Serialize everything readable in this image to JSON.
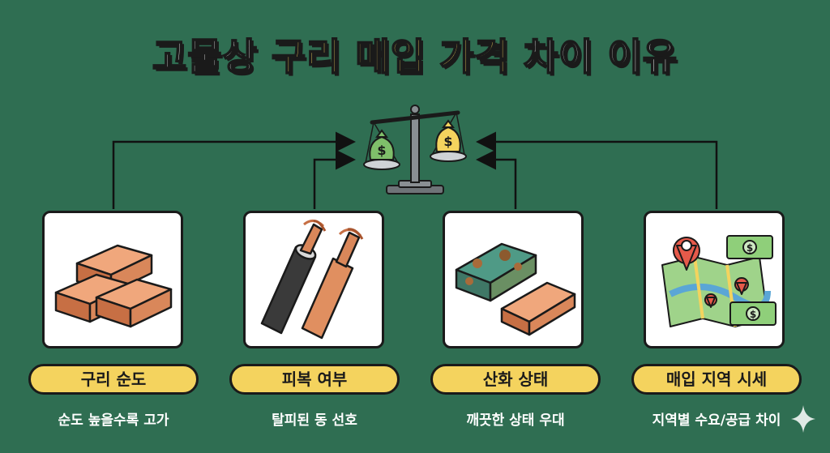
{
  "title": {
    "part1": "고물상",
    "highlight": "구리 매입 가격",
    "part2": "차이 이유"
  },
  "factors": [
    {
      "label": "구리 순도",
      "desc": "순도 높을수록 고가",
      "icon": "copper-ingots-icon"
    },
    {
      "label": "피복 여부",
      "desc": "탈피된 동 선호",
      "icon": "coated-wire-icon"
    },
    {
      "label": "산화 상태",
      "desc": "깨끗한 상태 우대",
      "icon": "oxidized-bar-icon"
    },
    {
      "label": "매입 지역 시세",
      "desc": "지역별 수요/공급 차이",
      "icon": "regional-map-icon"
    }
  ],
  "center_icon": "balance-scale-icon",
  "colors": {
    "background": "#2f6e52",
    "accent": "#f4d35e",
    "copper": "#d9875a",
    "outline": "#1a1a1a"
  }
}
